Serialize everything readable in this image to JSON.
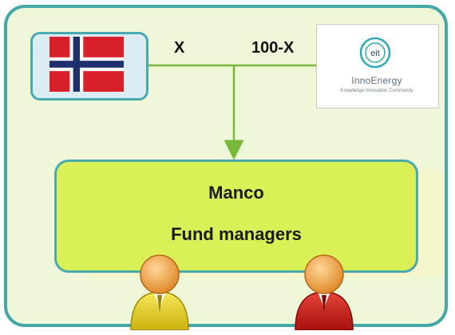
{
  "owners": {
    "left_share": "X",
    "right_share": "100-X"
  },
  "eit_logo": {
    "name": "InnoEnergy",
    "tagline": "Knowledge Innovation Community",
    "mark_text": "eit"
  },
  "manco": {
    "title": "Manco",
    "subtitle": "Fund managers"
  },
  "colors": {
    "frame_border": "#45a8a8",
    "frame_fill": "#eef8d8",
    "manco_fill": "#dbf056",
    "connector": "#77b83a",
    "person_left": "#e6d21c",
    "person_right": "#c81e1e"
  },
  "icons": [
    "norway-flag-icon",
    "eit-logo-icon",
    "person-yellow-icon",
    "person-red-icon"
  ]
}
